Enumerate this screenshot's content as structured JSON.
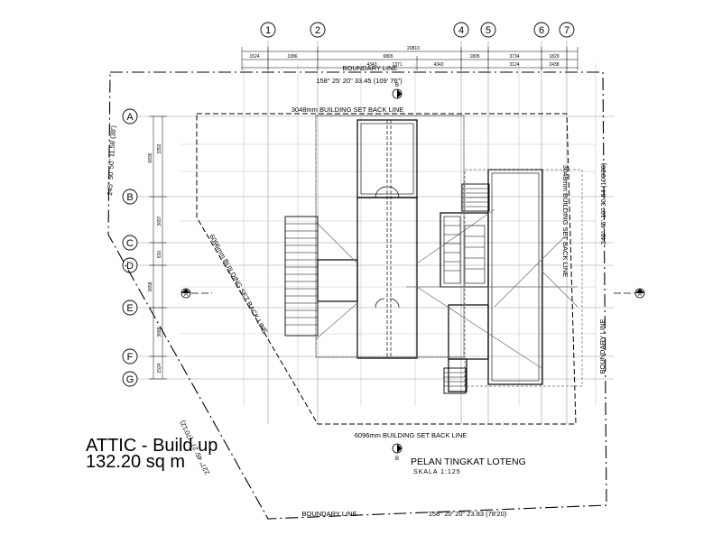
{
  "title": {
    "line1": "ATTIC - Build up",
    "line2": "132.20 sq m"
  },
  "drawing_title": {
    "name": "PELAN  TINGKAT LOTENG",
    "scale": "SKALA 1:125"
  },
  "grid_columns": [
    "1",
    "2",
    "4",
    "5",
    "6",
    "7"
  ],
  "grid_rows": [
    "A",
    "B",
    "C",
    "D",
    "E",
    "F",
    "G"
  ],
  "section_marks": {
    "b": "B",
    "a": "A"
  },
  "boundary": {
    "top_label": "BOUNDARY LINE",
    "top_bearing": "158° 25' 20\"  33.45  (109' 76\")",
    "bottom_label": "BOUNDARY LINE",
    "bottom_bearing": "158° 20' 20\"  23.83  (78'20)",
    "left_bearing": "245° 50' 50\"  11.58  (38')",
    "right_bearing": "246° 45' 10\"  30.54  (100'20)",
    "right_label": "BOUNDARY LINE",
    "lower_left_bearing": "227° 45' 27\"  (70'12)"
  },
  "setbacks": {
    "top": "3048mm BUILDING SET BACK LINE",
    "left": "6096mm BUILDING SET BACK LINE",
    "right": "3048mm BUILDING SET BACK LINE",
    "bottom": "6096mm BUILDING SET BACK LINE"
  },
  "dimensions": {
    "overall": "20810",
    "top_row": [
      "1524",
      "3386",
      "6865",
      "1805",
      "3734",
      "1829"
    ],
    "top_row2": [
      "4343",
      "1371",
      "4343",
      "3124",
      "2438"
    ],
    "left_col": [
      "6836",
      "3352",
      "3657",
      "610",
      "3658",
      "3688",
      "1524"
    ]
  }
}
